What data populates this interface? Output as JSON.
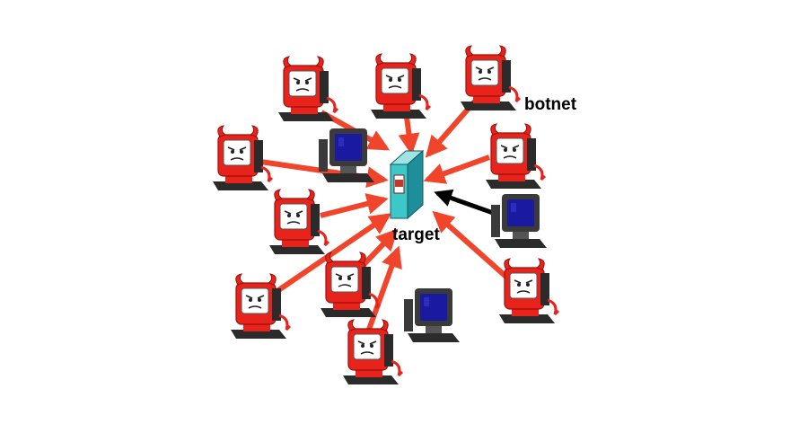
{
  "labels": {
    "botnet": "botnet",
    "target": "target"
  },
  "colors": {
    "attack_arrow": "#f0452b",
    "normal_arrow": "#000000",
    "bot_body": "#e8231c",
    "server_face": "#3ec7c9",
    "server_side": "#1e8e9a",
    "server_slot": "#c0392b",
    "pc_screen": "#1a1aa0",
    "pc_body": "#4a4a4a"
  },
  "nodes": {
    "target": {
      "kind": "server",
      "icon": "server-icon"
    },
    "bots": [
      {
        "id": "bot-1",
        "icon": "infected-computer-icon",
        "attacking": true
      },
      {
        "id": "bot-2",
        "icon": "infected-computer-icon",
        "attacking": true
      },
      {
        "id": "bot-3",
        "icon": "infected-computer-icon",
        "attacking": true
      },
      {
        "id": "bot-4",
        "icon": "infected-computer-icon",
        "attacking": true
      },
      {
        "id": "bot-5",
        "icon": "infected-computer-icon",
        "attacking": true
      },
      {
        "id": "bot-6",
        "icon": "infected-computer-icon",
        "attacking": true
      },
      {
        "id": "bot-7",
        "icon": "infected-computer-icon",
        "attacking": true
      },
      {
        "id": "bot-8",
        "icon": "infected-computer-icon",
        "attacking": true
      },
      {
        "id": "bot-9",
        "icon": "infected-computer-icon",
        "attacking": true
      },
      {
        "id": "bot-10",
        "icon": "infected-computer-icon",
        "attacking": true
      }
    ],
    "clean_computers": [
      {
        "id": "pc-1",
        "icon": "computer-icon",
        "sends_traffic": false
      },
      {
        "id": "pc-2",
        "icon": "computer-icon",
        "sends_traffic": true
      },
      {
        "id": "pc-3",
        "icon": "computer-icon",
        "sends_traffic": false
      }
    ]
  }
}
